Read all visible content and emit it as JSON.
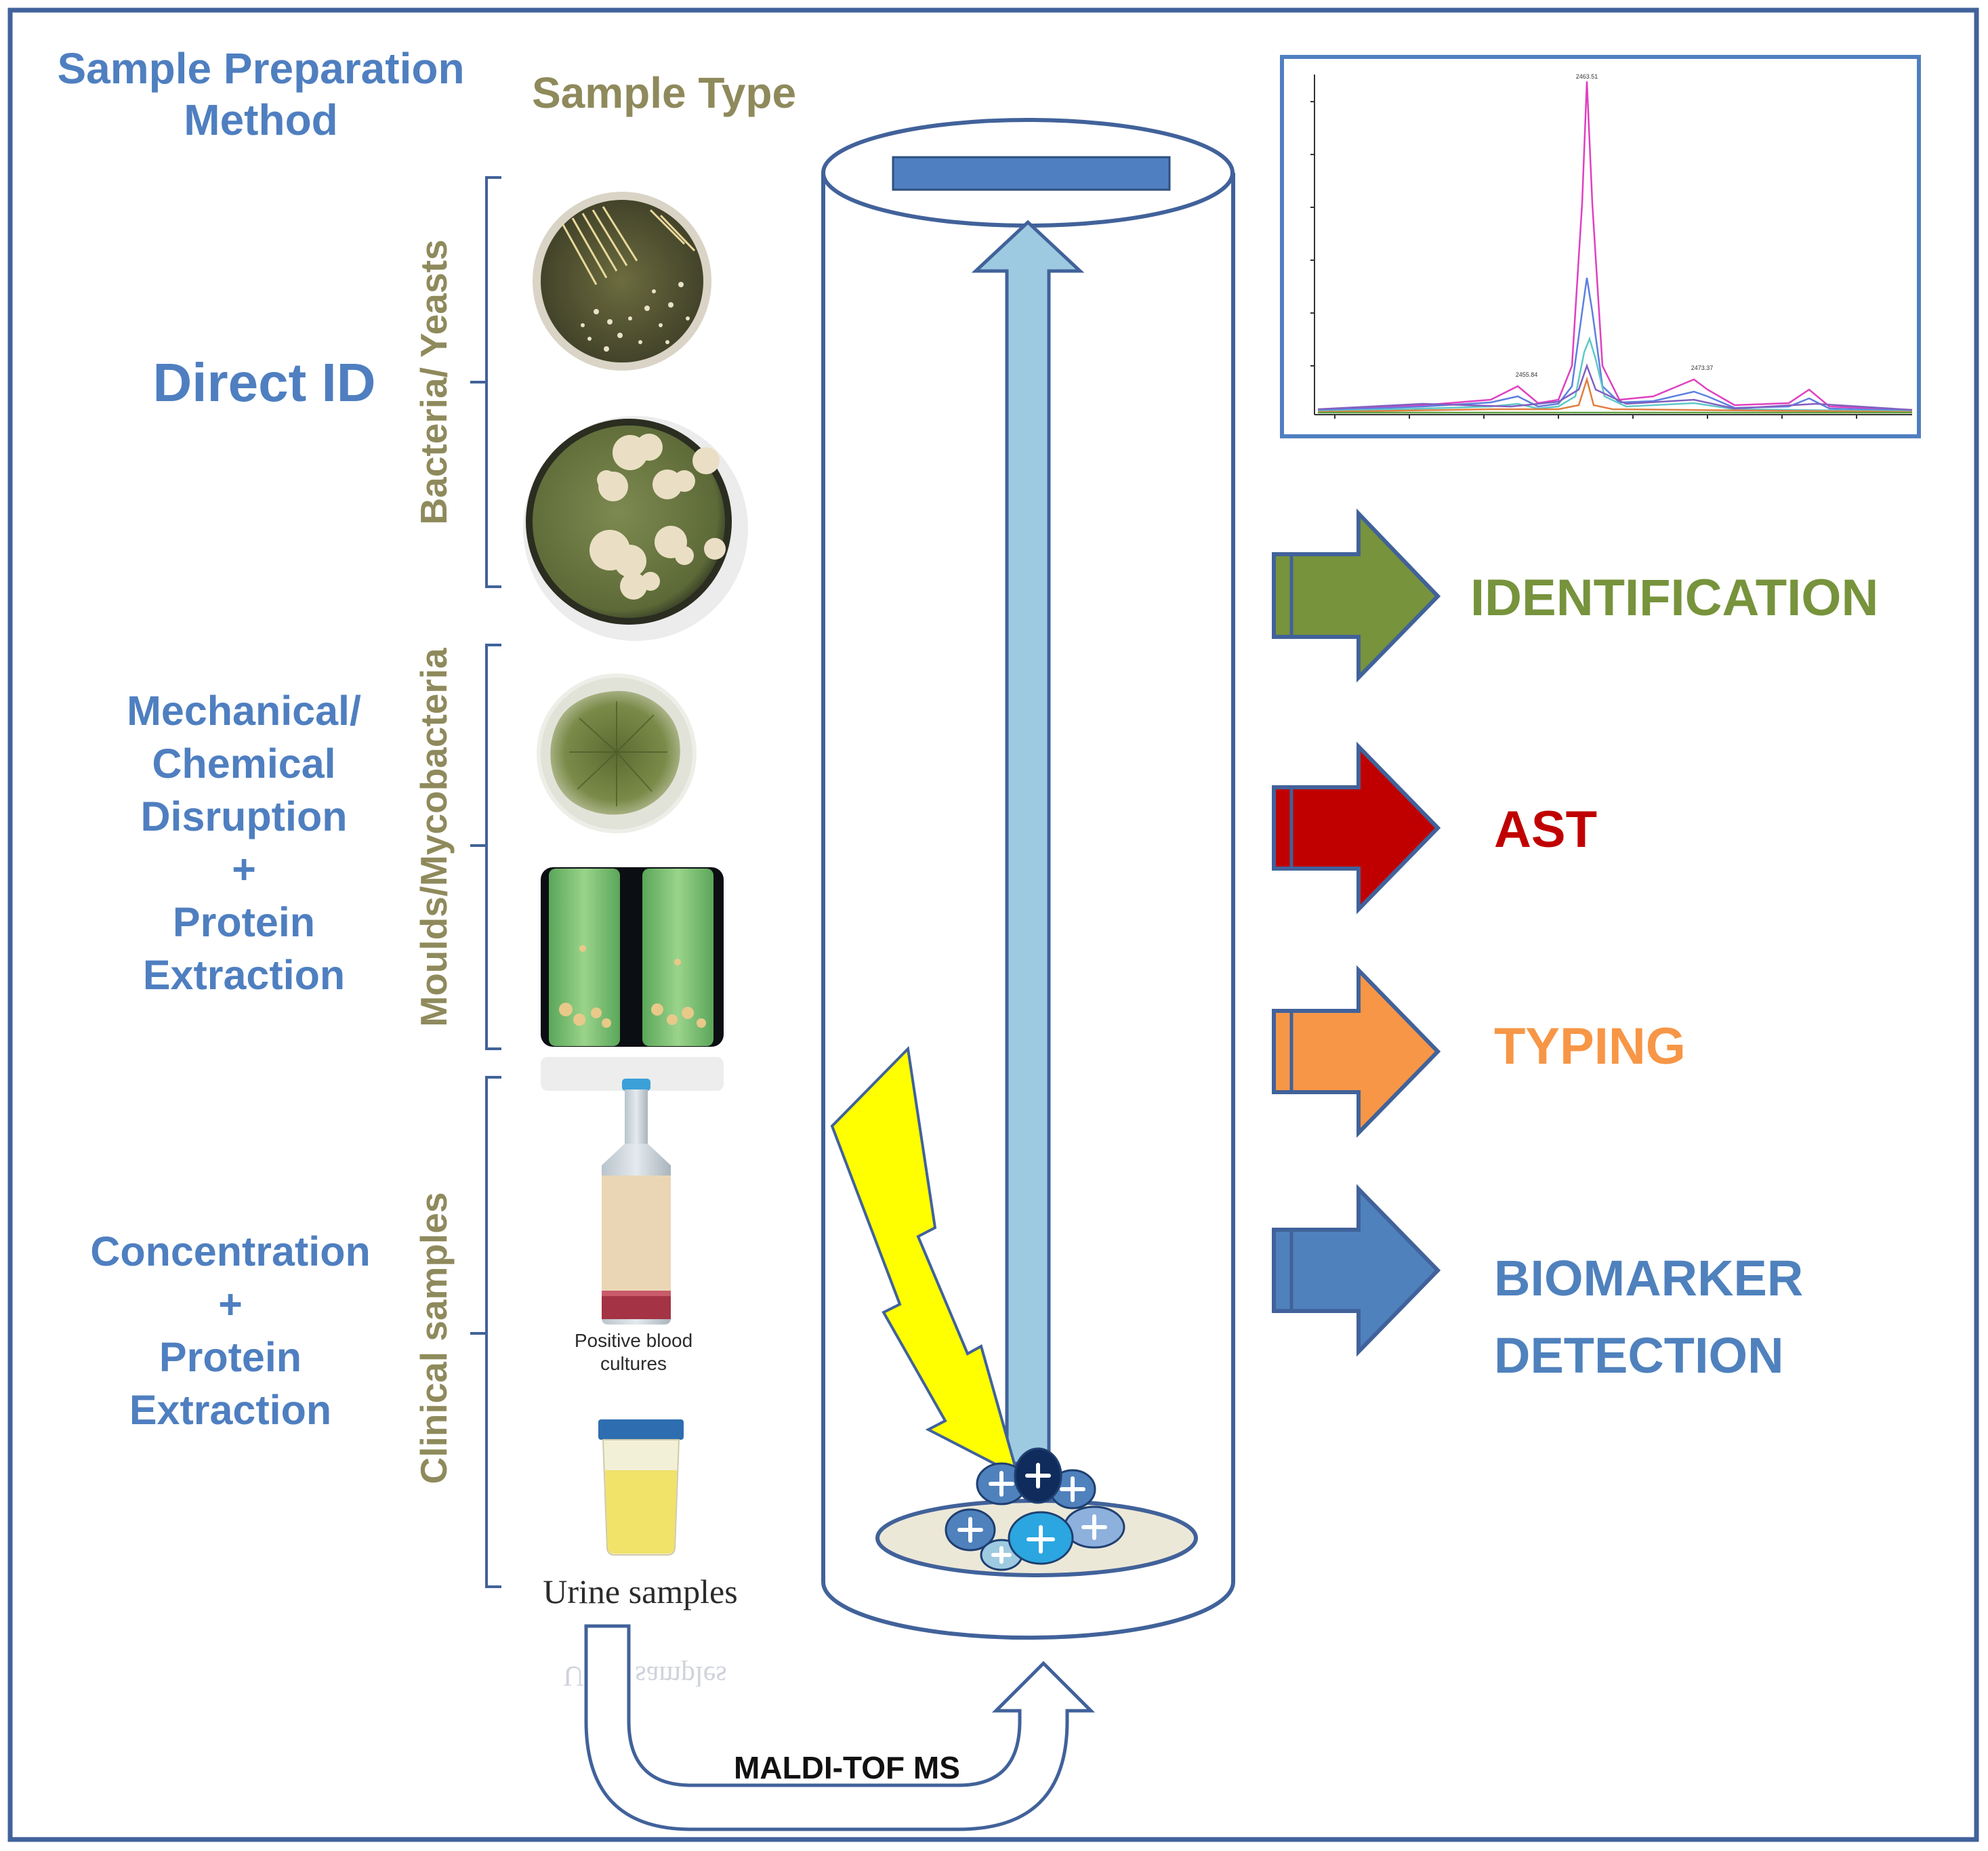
{
  "headers": {
    "method": "Sample Preparation\nMethod",
    "sample_type": "Sample Type"
  },
  "methods": {
    "direct": "Direct ID",
    "mechanical": "Mechanical/\nChemical\nDisruption\n+\nProtein\nExtraction",
    "concentration": "Concentration\n+\nProtein\nExtraction"
  },
  "groups": {
    "bacteria": "Bacteria/ Yeasts",
    "moulds": "Moulds/Mycobacteria",
    "clinical": "Clinical samples"
  },
  "samples": {
    "blood": "Positive blood\ncultures",
    "urine": "Urine samples"
  },
  "instrument": "MALDI-TOF MS",
  "outcomes": [
    {
      "label": "IDENTIFICATION",
      "color": "#77933c"
    },
    {
      "label": "AST",
      "color": "#c00000"
    },
    {
      "label": "TYPING",
      "color": "#f79646"
    },
    {
      "label": "BIOMARKER\nDETECTION",
      "color": "#4f81bd"
    }
  ],
  "colors": {
    "border": "#41629a",
    "text_blue": "#4f7fc0",
    "text_olive": "#8f8a5c",
    "flight_arrow": "#9ecae1",
    "bolt": "#ffff00"
  },
  "spectrum": {
    "peak_labels": [
      "2455.84",
      "2463.51",
      "2473.37"
    ]
  }
}
